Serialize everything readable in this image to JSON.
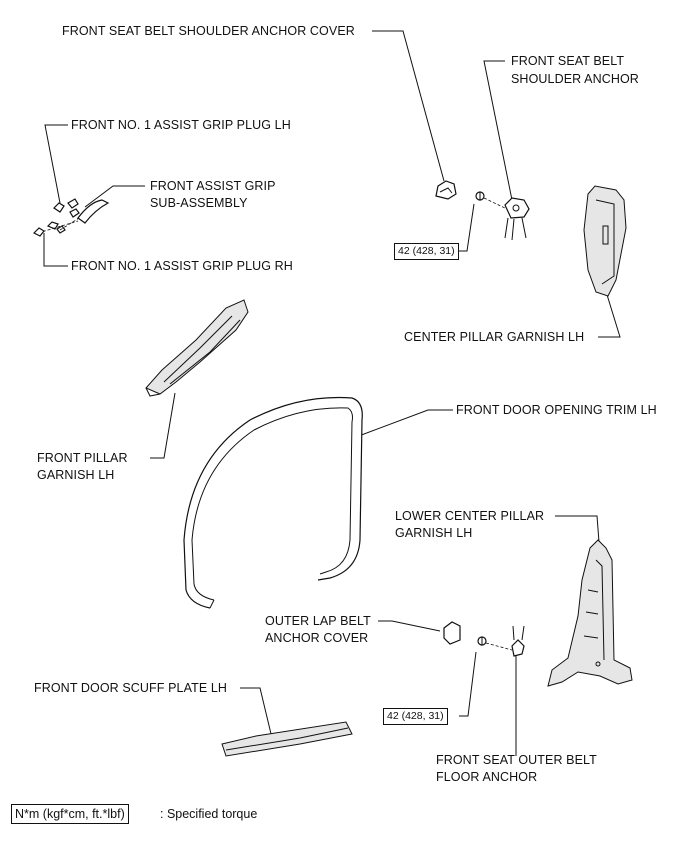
{
  "labels": {
    "shoulder_anchor_cover": "FRONT SEAT BELT SHOULDER ANCHOR COVER",
    "shoulder_anchor_line1": "FRONT SEAT BELT",
    "shoulder_anchor_line2": "SHOULDER ANCHOR",
    "grip_plug_lh": "FRONT NO. 1 ASSIST GRIP PLUG LH",
    "assist_grip_line1": "FRONT ASSIST GRIP",
    "assist_grip_line2": "SUB-ASSEMBLY",
    "grip_plug_rh": "FRONT NO. 1 ASSIST GRIP PLUG RH",
    "center_pillar_garnish": "CENTER PILLAR GARNISH LH",
    "door_opening_trim": "FRONT DOOR OPENING TRIM LH",
    "front_pillar_line1": "FRONT PILLAR",
    "front_pillar_line2": "GARNISH LH",
    "lower_center_line1": "LOWER CENTER PILLAR",
    "lower_center_line2": "GARNISH LH",
    "outer_lap_line1": "OUTER LAP BELT",
    "outer_lap_line2": "ANCHOR COVER",
    "scuff_plate": "FRONT DOOR SCUFF PLATE LH",
    "floor_anchor_line1": "FRONT SEAT OUTER BELT",
    "floor_anchor_line2": "FLOOR ANCHOR"
  },
  "torque": {
    "upper": "42 (428, 31)",
    "lower": "42 (428, 31)"
  },
  "legend": {
    "unit": "N*m (kgf*cm, ft.*lbf)",
    "description": ": Specified torque"
  },
  "colors": {
    "line": "#111111",
    "fill": "#e6e6e6"
  }
}
